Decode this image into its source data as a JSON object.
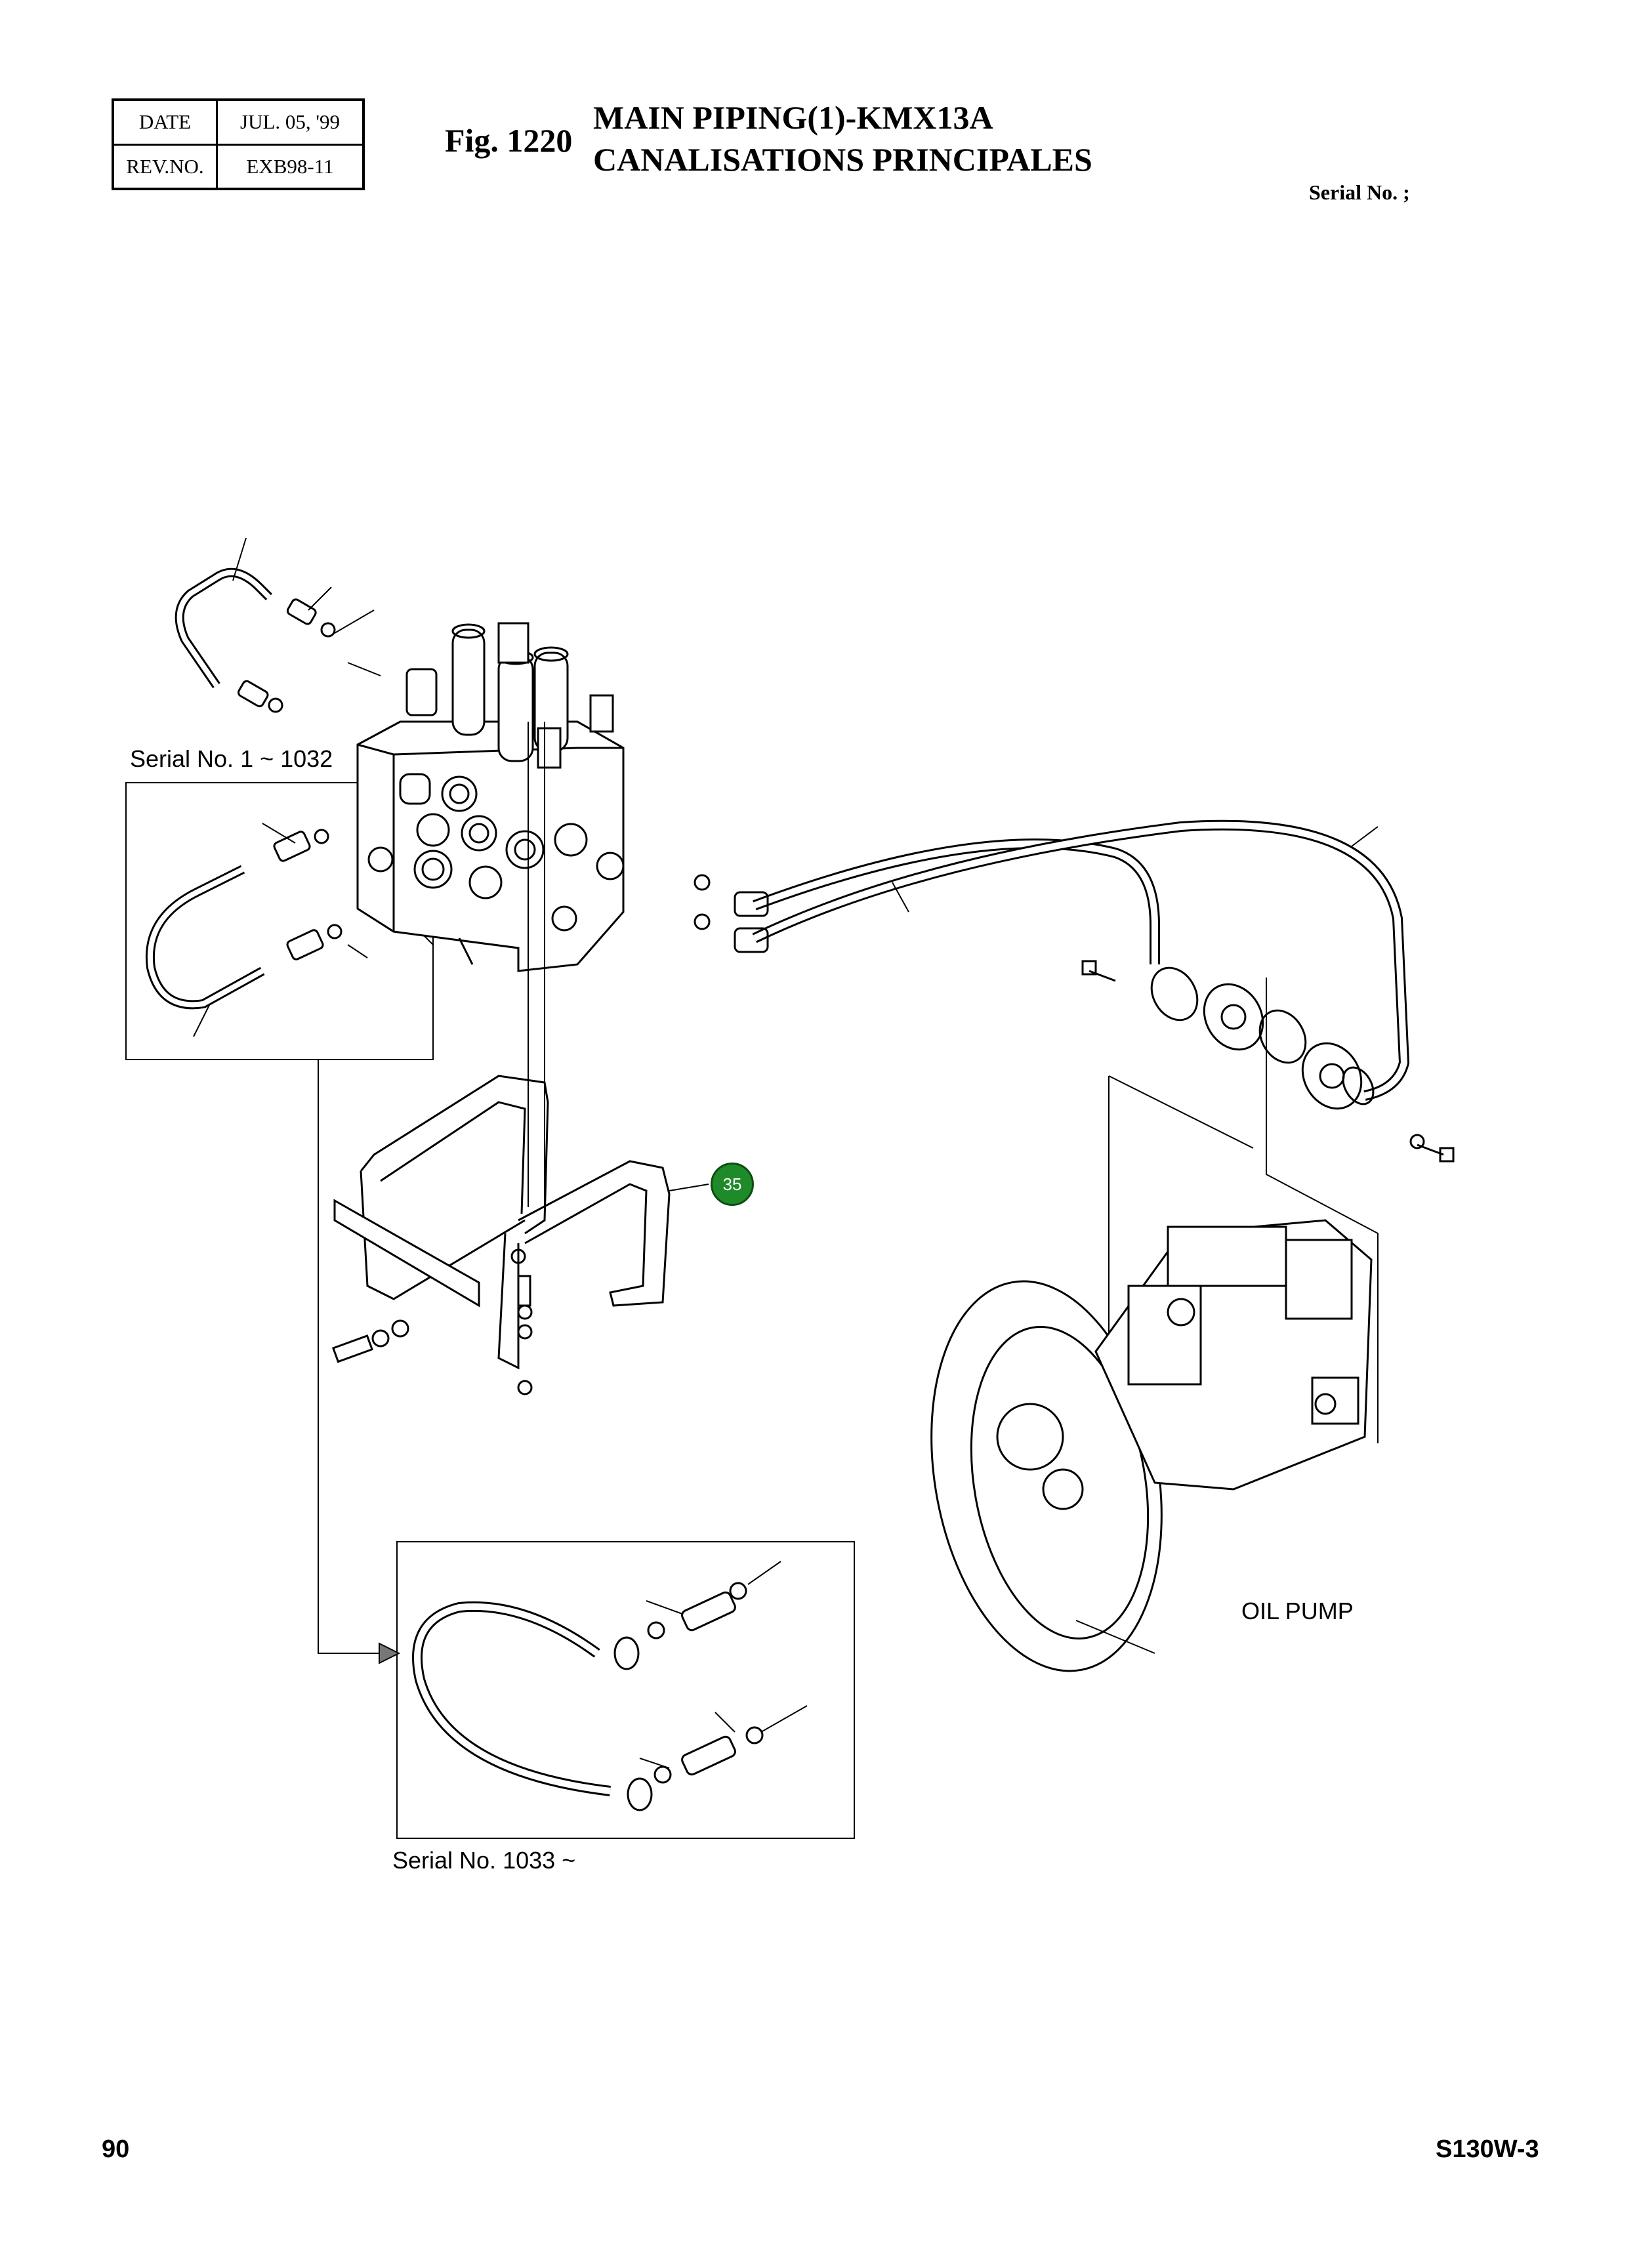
{
  "header": {
    "date_label": "DATE",
    "date_value": "JUL. 05, '99",
    "rev_label": "REV.NO.",
    "rev_value": "EXB98-11",
    "fig_number": "Fig. 1220",
    "title_line1": "MAIN PIPING(1)-KMX13A",
    "title_line2": "CANALISATIONS PRINCIPALES",
    "serial_no": "Serial No. ;"
  },
  "diagram": {
    "label_serial_1": "Serial No. 1 ~ 1032",
    "label_serial_2": "Serial No. 1033 ~",
    "label_oil_pump": "OIL PUMP",
    "callout_number": "35",
    "callout_color": "#1f8a2a"
  },
  "footer": {
    "page_number": "90",
    "model": "S130W-3"
  }
}
